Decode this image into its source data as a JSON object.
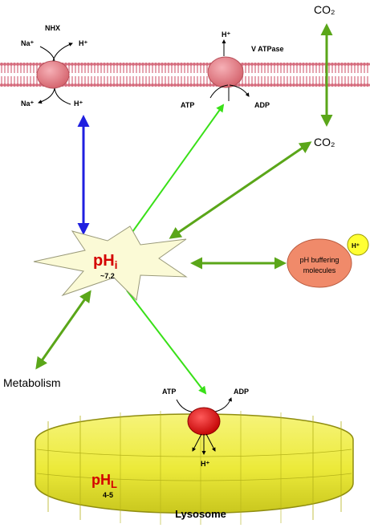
{
  "membrane": {
    "nhx": {
      "name": "NHX",
      "na_top": "Na⁺",
      "h_top": "H⁺",
      "na_bottom": "Na⁺",
      "h_bottom": "H⁺"
    },
    "vatpase": {
      "name": "V ATPase",
      "h": "H⁺",
      "atp": "ATP",
      "adp": "ADP"
    }
  },
  "co2": {
    "top": "CO₂",
    "bottom": "CO₂"
  },
  "phi": {
    "label": "pH",
    "subscript": "i",
    "value": "~7.2"
  },
  "buffering": {
    "label_line1": "pH buffering",
    "label_line2": "molecules",
    "h": "H⁺"
  },
  "metabolism": "Metabolism",
  "lysosome": {
    "name": "Lysosome",
    "ph_label": "pH",
    "ph_subscript": "L",
    "ph_value": "4-5",
    "pump": {
      "atp": "ATP",
      "adp": "ADP",
      "h": "H⁺"
    }
  },
  "colors": {
    "membrane": "#d56b7d",
    "protein": "#e8828a",
    "blue_arrow": "#1f1fe0",
    "green_dark": "#5aa619",
    "green_light": "#39e018",
    "star_fill": "#fbfad6",
    "lysosome": "#f2f04a",
    "buffer": "#f08a6a"
  }
}
